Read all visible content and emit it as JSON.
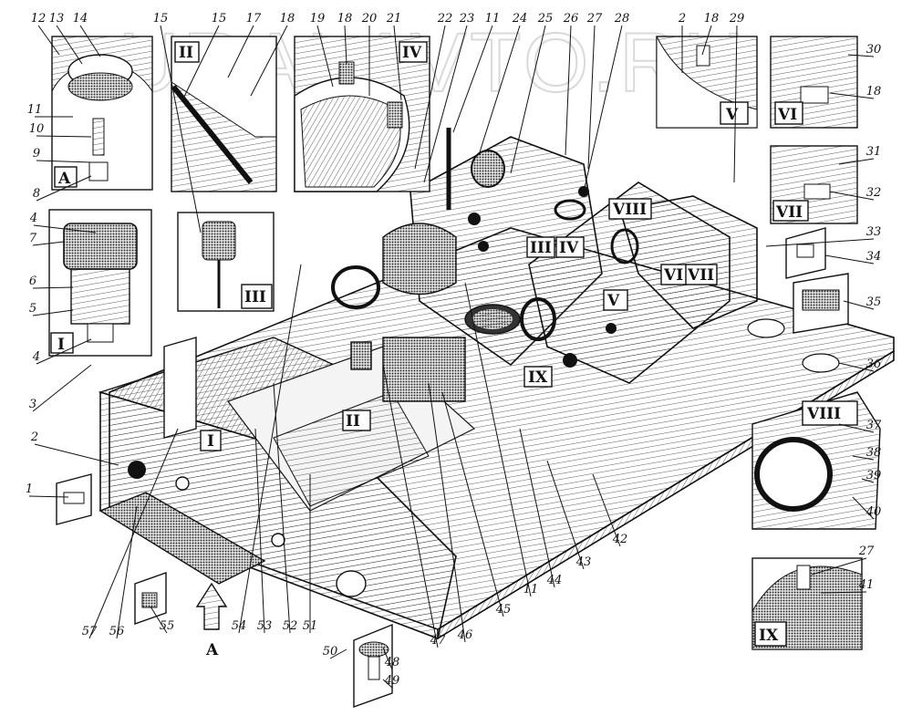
{
  "watermark": "URALAVTO.RU",
  "callouts": [
    "1",
    "2",
    "3",
    "4",
    "4",
    "5",
    "6",
    "7",
    "8",
    "9",
    "10",
    "11",
    "12",
    "13",
    "14",
    "15",
    "15",
    "17",
    "18",
    "19",
    "18",
    "20",
    "21",
    "22",
    "23",
    "11",
    "24",
    "25",
    "26",
    "27",
    "28",
    "2",
    "18",
    "29",
    "30",
    "18",
    "31",
    "32",
    "33",
    "34",
    "35",
    "36",
    "37",
    "38",
    "39",
    "40",
    "41",
    "27",
    "42",
    "43",
    "44",
    "11",
    "45",
    "46",
    "47",
    "48",
    "49",
    "50",
    "51",
    "52",
    "53",
    "54",
    "55",
    "56",
    "57"
  ],
  "view_labels": {
    "a": "A",
    "i": "I",
    "ii": "II",
    "iii": "III",
    "iv": "IV",
    "v": "V",
    "vi": "VI",
    "vii": "VII",
    "viii": "VIII",
    "ix": "IX"
  },
  "arrow_label": "A",
  "frame_marks": {
    "i": "I",
    "ii": "II",
    "iii": "III",
    "iv": "IV",
    "v": "V",
    "vi": "VI",
    "vii": "VII",
    "viii": "VIII",
    "ix": "IX"
  },
  "corner_text": "© ..."
}
